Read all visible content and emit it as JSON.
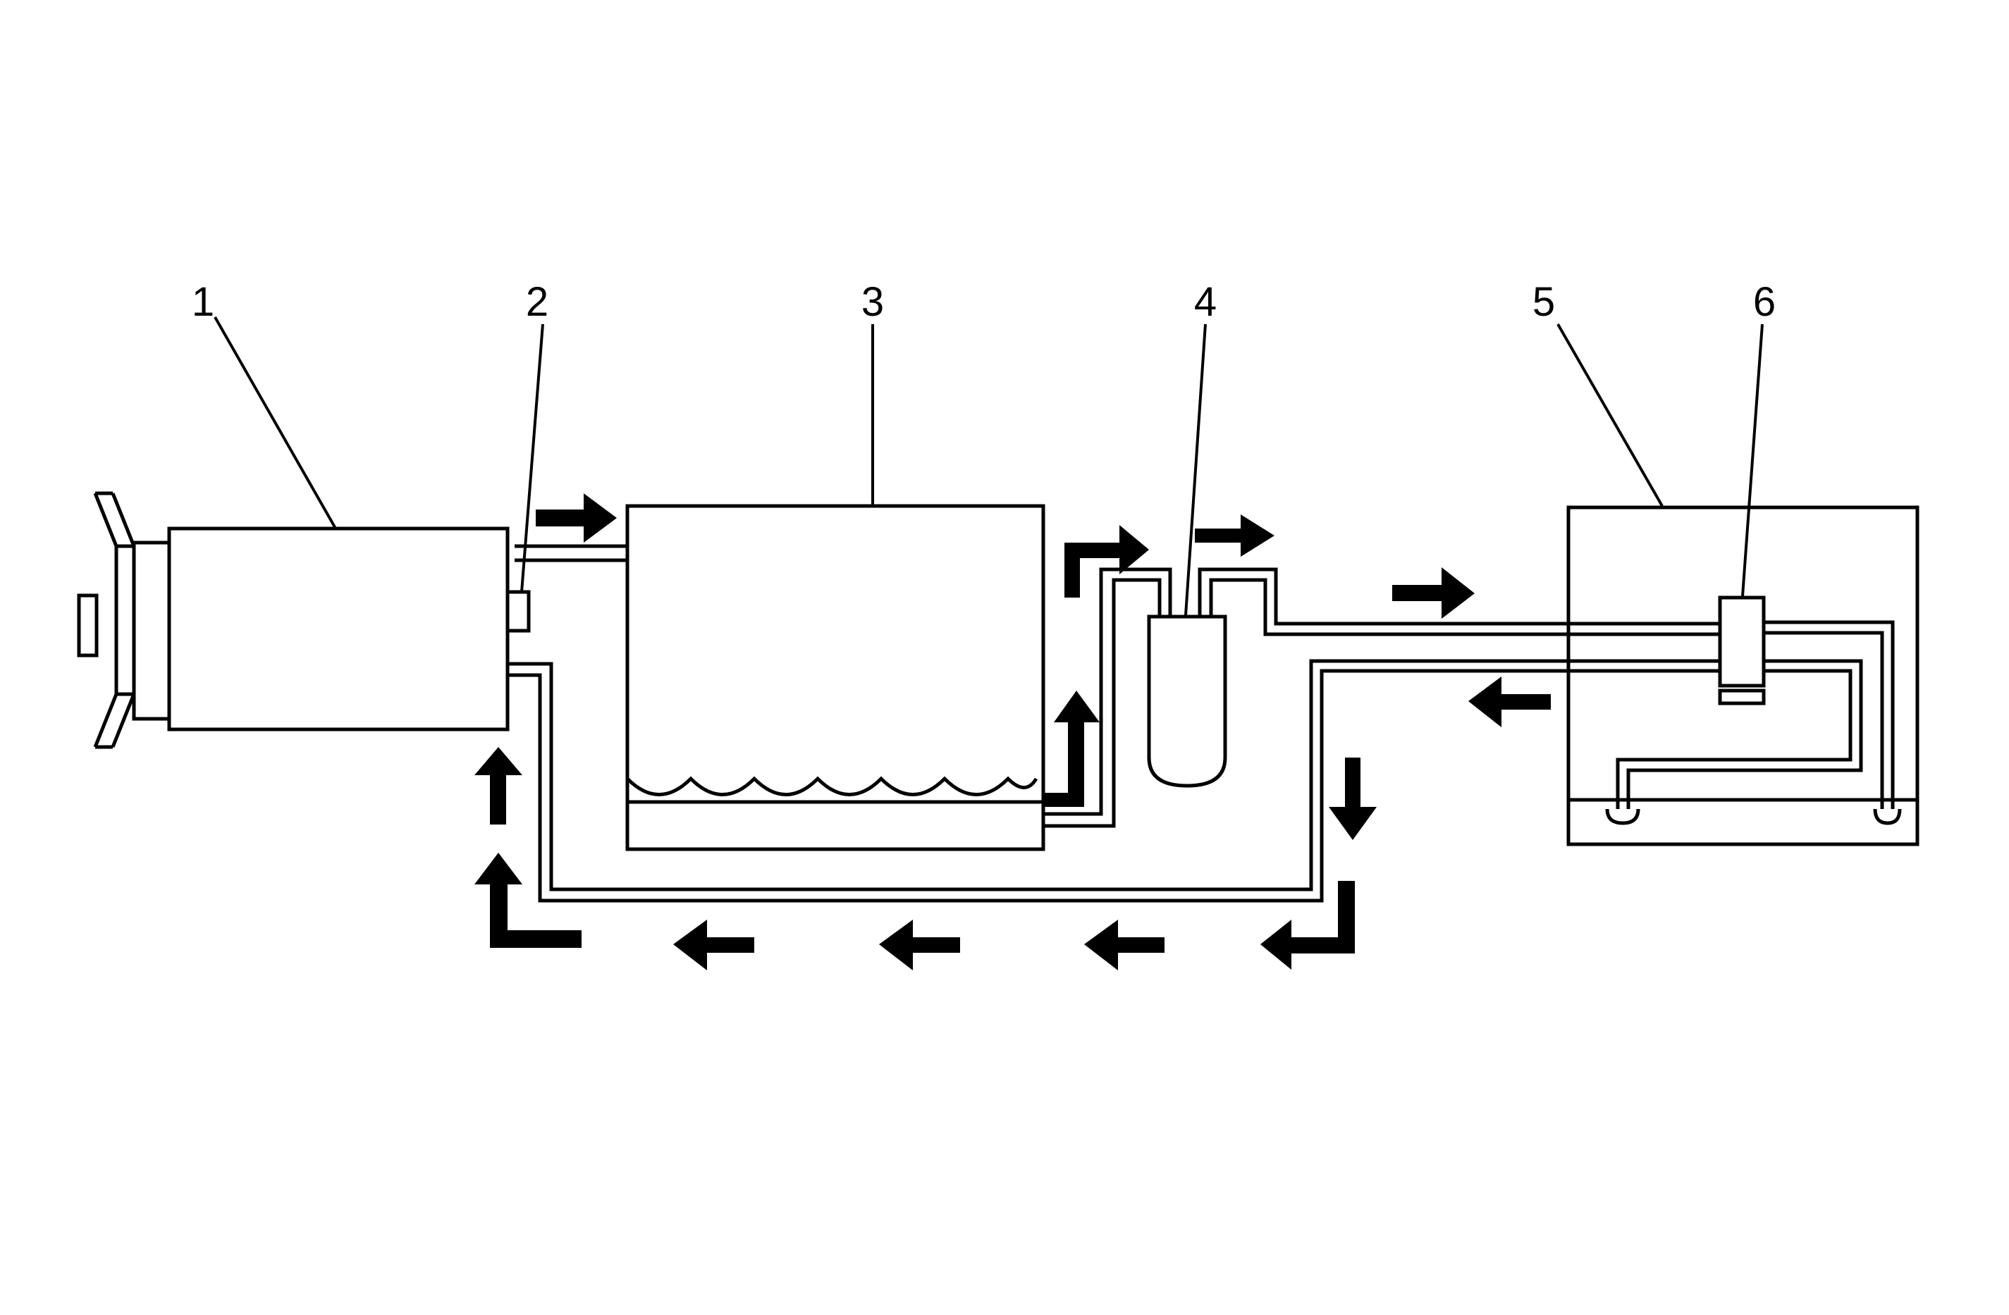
{
  "callouts": [
    {
      "id": "1",
      "label": "1"
    },
    {
      "id": "2",
      "label": "2"
    },
    {
      "id": "3",
      "label": "3"
    },
    {
      "id": "4",
      "label": "4"
    },
    {
      "id": "5",
      "label": "5"
    },
    {
      "id": "6",
      "label": "6"
    }
  ],
  "flow_arrows": [
    "right",
    "right-up-bend",
    "right",
    "right",
    "up-bend-right",
    "left",
    "down",
    "down-left-bend",
    "left",
    "left",
    "left",
    "up",
    "up-bend-left"
  ],
  "fluid_level_shown": true
}
